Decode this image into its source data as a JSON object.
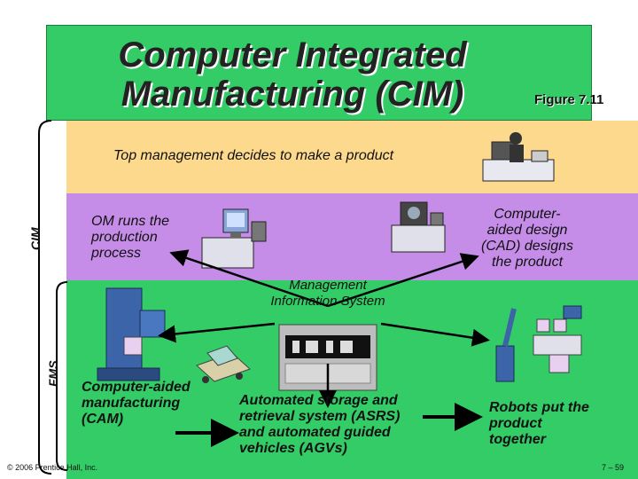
{
  "title": {
    "line1": "Computer Integrated",
    "line2": "Manufacturing (CIM)",
    "figure": "Figure 7.11"
  },
  "bands": {
    "top_management": "Top management decides to make a product",
    "om": "OM runs the production process",
    "cad": "Computer-aided design (CAD) designs the product",
    "mis": "Management Information System"
  },
  "floor": {
    "cam": "Computer-aided manufacturing (CAM)",
    "asrs": "Automated storage and retrieval system (ASRS) and automated guided vehicles (AGVs)",
    "robots": "Robots put the product together"
  },
  "side_labels": {
    "cim": "CIM",
    "fms": "FMS"
  },
  "footer": {
    "copyright": "© 2006 Prentice Hall, Inc.",
    "page": "7 – 59"
  },
  "colors": {
    "title_band": "#33cc66",
    "top_band": "#fcd98c",
    "om_band": "#c58ce8",
    "floor_band": "#33cc66"
  },
  "icons": [
    "manager-at-desk-icon",
    "computer-workstation-icon",
    "cad-workstation-icon",
    "cnc-machine-icon",
    "agv-icon",
    "mis-terminal-icon",
    "robot-arm-icon"
  ]
}
